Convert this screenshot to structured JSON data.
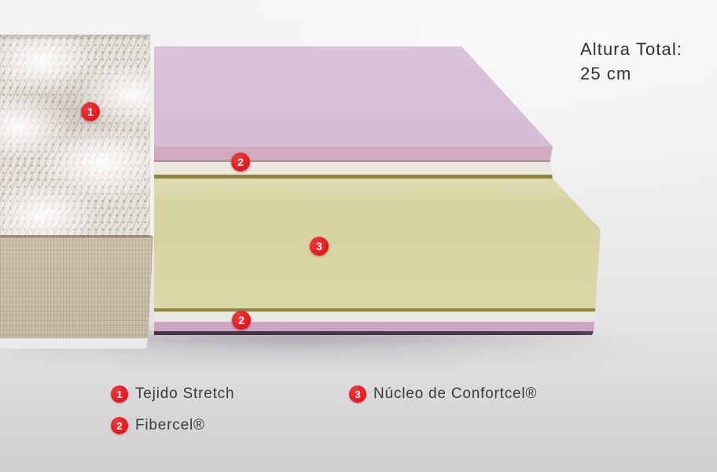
{
  "title": {
    "line1": "Altura Total:",
    "line2": "25 cm"
  },
  "diagram": {
    "callouts": [
      {
        "number": "1"
      },
      {
        "number": "2"
      },
      {
        "number": "3"
      },
      {
        "number": "2"
      }
    ],
    "layers": [
      {
        "name": "tejido-stretch-cover",
        "color": "#d4bad4"
      },
      {
        "name": "fibercel-top",
        "color": "#e6e5db"
      },
      {
        "name": "nucleo-confortcel",
        "color": "#dcd8a8"
      },
      {
        "name": "fibercel-bottom",
        "color": "#e5e4de"
      },
      {
        "name": "base-pink",
        "color": "#d5adca"
      }
    ]
  },
  "legend": [
    {
      "number": "1",
      "label": "Tejido Stretch"
    },
    {
      "number": "2",
      "label": "Fibercel®"
    },
    {
      "number": "3",
      "label": "Núcleo de Confortcel®"
    }
  ],
  "colors": {
    "badge": "#e5191d",
    "text": "#313131",
    "pink_top": "#d4bad4",
    "pink_front": "#cfa6bd",
    "white_band": "#e6e5db",
    "white_band2": "#e5e4de",
    "olive_line": "#8e8340",
    "yellow_core": "#dcd8a8",
    "pink_bottom": "#d5adca",
    "dark_line": "#413442"
  }
}
